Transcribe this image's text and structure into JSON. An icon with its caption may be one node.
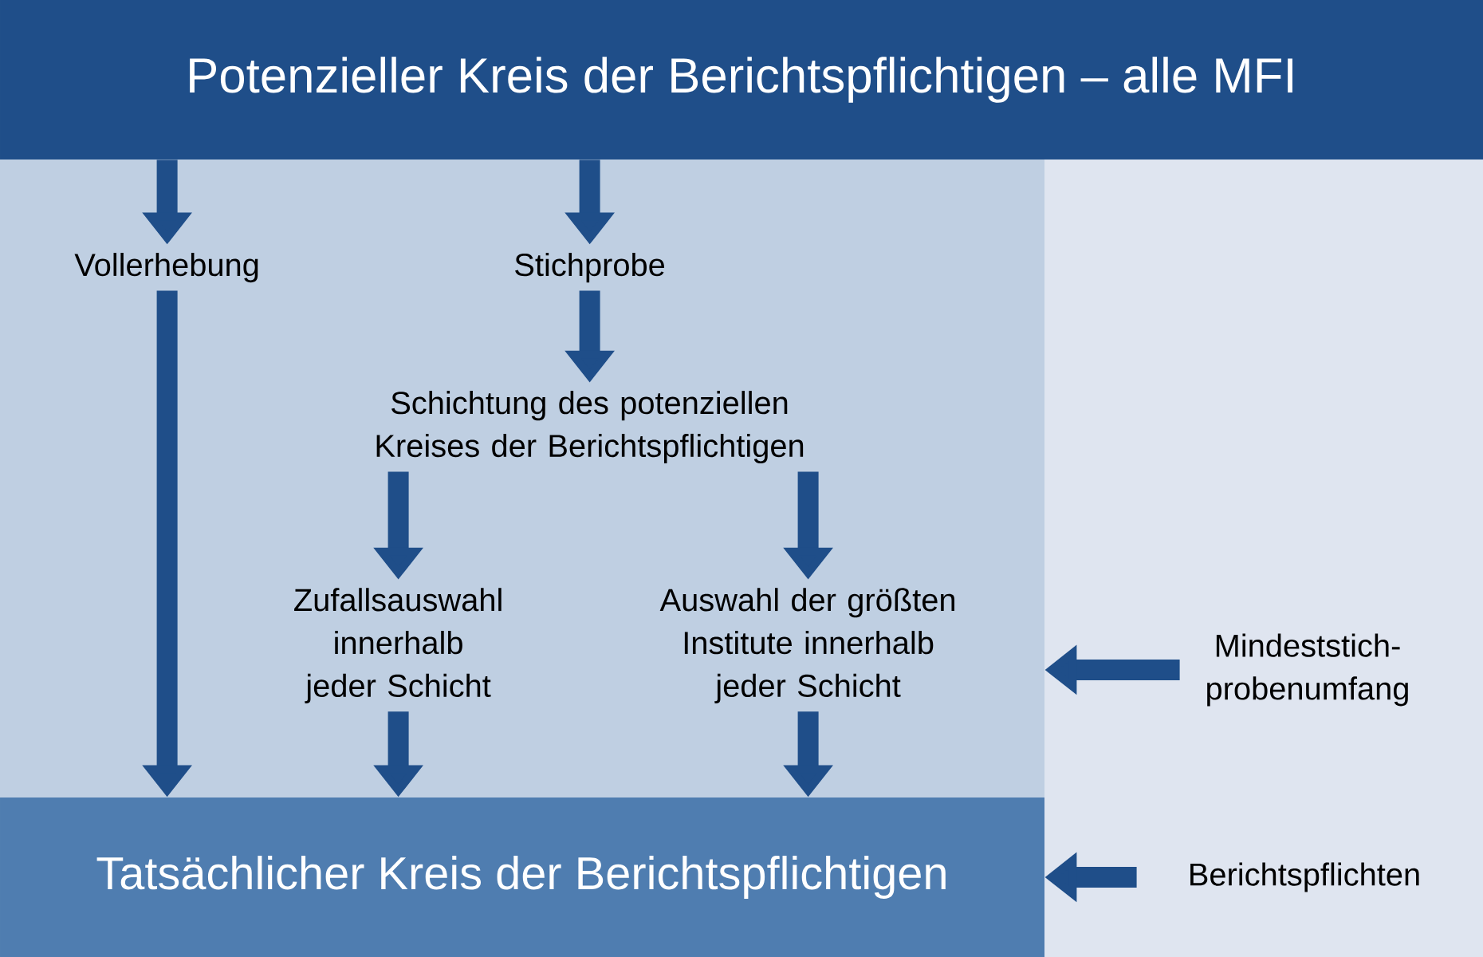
{
  "diagram": {
    "nodes": [
      {
        "text": [
          "Potenzieller Kreis der Berichtspflichtigen – alle MFI"
        ]
      },
      {
        "text": [],
        "shape": "box"
      },
      {
        "text": [
          "Vollerhebung"
        ],
        "in": 1
      },
      {
        "text": [
          "Stichprobe"
        ],
        "in": 1
      },
      {
        "text": [
          "Schichtung des potenziellen Kreises der Berichtspflichtigen"
        ],
        "in": 1
      },
      {
        "text": [
          "Zufallsauswahl innerhalb jeder Schicht"
        ],
        "in": 1
      },
      {
        "text": [
          "Auswahl der größten Institute innerhalb jeder Schicht"
        ],
        "in": 1
      },
      {
        "text": [
          "Mindeststich-probenumfang"
        ]
      },
      {
        "text": [
          "Tatsächlicher Kreis der Berichtspflichtigen"
        ]
      },
      {
        "text": [
          "Berichtspflichten"
        ]
      }
    ],
    "edges": [
      {
        "from": 0,
        "to": 2,
        "arrow": "to"
      },
      {
        "from": 0,
        "to": 3,
        "arrow": "to"
      },
      {
        "from": 2,
        "to": 8,
        "arrow": "to"
      },
      {
        "from": 3,
        "to": 4,
        "arrow": "to"
      },
      {
        "from": 4,
        "to": 5,
        "arrow": "to"
      },
      {
        "from": 4,
        "to": 6,
        "arrow": "to"
      },
      {
        "from": 5,
        "to": 8,
        "arrow": "to"
      },
      {
        "from": 6,
        "to": 8,
        "arrow": "to"
      },
      {
        "from": 7,
        "to": 1,
        "arrow": "to"
      },
      {
        "from": 9,
        "to": 8,
        "arrow": "to"
      }
    ]
  }
}
